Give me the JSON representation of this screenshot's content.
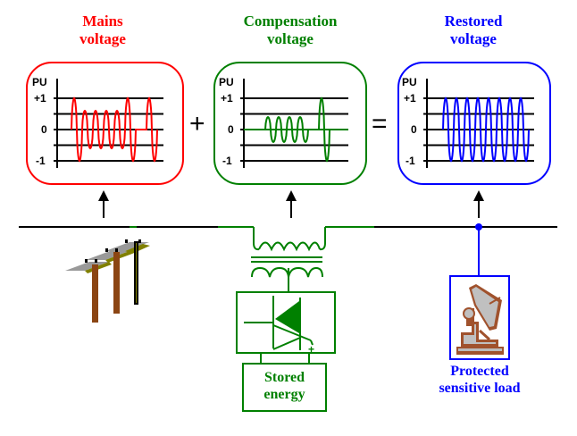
{
  "colors": {
    "mains": "#ff0000",
    "compensation": "#008000",
    "restored": "#0000ff",
    "bus": "#000000",
    "pole_wood": "#8b4513",
    "load_brown": "#a0522d"
  },
  "panels": [
    {
      "id": "mains",
      "title_line1": "Mains",
      "title_line2": "voltage",
      "color": "#ff0000"
    },
    {
      "id": "compensation",
      "title_line1": "Compensation",
      "title_line2": "voltage",
      "color": "#008000"
    },
    {
      "id": "restored",
      "title_line1": "Restored",
      "title_line2": "voltage",
      "color": "#0000ff"
    }
  ],
  "axis": {
    "unit": "PU",
    "tick_plus1": "+1",
    "tick_zero": "0",
    "tick_minus1": "-1"
  },
  "operators": {
    "plus": "+",
    "equals": "="
  },
  "chart_data": [
    {
      "type": "line",
      "title": "Mains voltage",
      "ylabel": "PU",
      "ylim": [
        -1,
        1
      ],
      "yticks": [
        -1,
        -0.5,
        0,
        0.5,
        1
      ],
      "ytick_labels": [
        "-1",
        "0",
        "+1"
      ],
      "grid": true,
      "description": "Sag: 1 full cycle at 1 PU, 4 cycles at ~0.6 PU, then 1 full cycle, interruption at 0, then 1 full cycle",
      "segments": [
        {
          "cycles": 1,
          "amplitude": 1.0
        },
        {
          "cycles": 4,
          "amplitude": 0.6
        },
        {
          "cycles": 1,
          "amplitude": 1.0
        },
        {
          "cycles": 1,
          "amplitude": 0.0
        },
        {
          "cycles": 1,
          "amplitude": 1.0
        }
      ]
    },
    {
      "type": "line",
      "title": "Compensation voltage",
      "ylabel": "PU",
      "ylim": [
        -1,
        1
      ],
      "yticks": [
        -1,
        -0.5,
        0,
        0.5,
        1
      ],
      "ytick_labels": [
        "-1",
        "0",
        "+1"
      ],
      "grid": true,
      "description": "Zero except during sag (~0.4 PU for 4 cycles) and interruption (1 PU for 1 cycle)",
      "segments": [
        {
          "cycles": 1,
          "amplitude": 0.0
        },
        {
          "cycles": 4,
          "amplitude": 0.4
        },
        {
          "cycles": 1,
          "amplitude": 0.0
        },
        {
          "cycles": 1,
          "amplitude": 1.0
        },
        {
          "cycles": 1,
          "amplitude": 0.0
        }
      ]
    },
    {
      "type": "line",
      "title": "Restored voltage",
      "ylabel": "PU",
      "ylim": [
        -1,
        1
      ],
      "yticks": [
        -1,
        -0.5,
        0,
        0.5,
        1
      ],
      "ytick_labels": [
        "-1",
        "0",
        "+1"
      ],
      "grid": true,
      "description": "Constant 1 PU sine wave",
      "segments": [
        {
          "cycles": 8,
          "amplitude": 1.0
        }
      ]
    }
  ],
  "components": {
    "source": {
      "name": "power-lines"
    },
    "transformer": {
      "name": "series-injection-transformer"
    },
    "converter": {
      "name": "inverter",
      "polarity": "+"
    },
    "storage": {
      "line1": "Stored",
      "line2": "energy"
    },
    "load": {
      "line1": "Protected",
      "line2": "sensitive load"
    }
  }
}
